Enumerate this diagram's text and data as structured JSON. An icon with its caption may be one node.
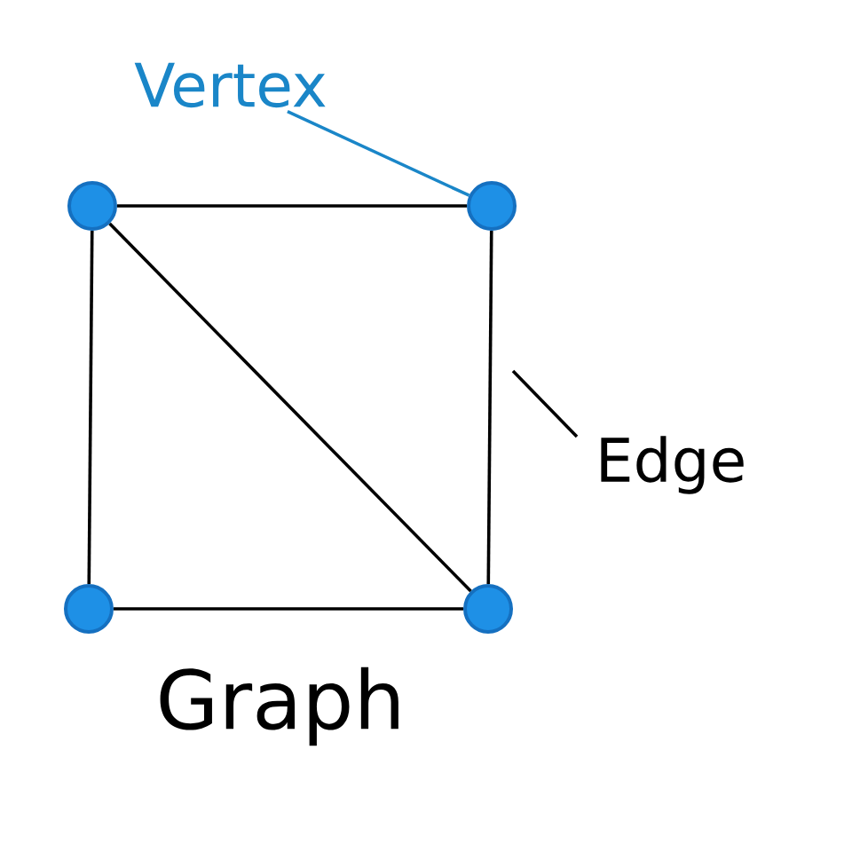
{
  "diagram": {
    "nodes": [
      {
        "text": [],
        "shape": "circle"
      },
      {
        "text": [],
        "shape": "circle"
      },
      {
        "text": [],
        "shape": "circle"
      },
      {
        "text": [],
        "shape": "circle"
      },
      {
        "text": [
          "Vertex"
        ]
      },
      {
        "text": [
          "Edge"
        ]
      }
    ],
    "edges": [
      {
        "from": 0,
        "to": 1,
        "arrow": "none"
      },
      {
        "from": 0,
        "to": 2,
        "arrow": "none"
      },
      {
        "from": 2,
        "to": 3,
        "arrow": "none"
      },
      {
        "from": 1,
        "to": 3,
        "arrow": "none"
      },
      {
        "from": 0,
        "to": 3,
        "arrow": "none"
      },
      {
        "from": 4,
        "to": 1,
        "arrow": "none",
        "color": "#1a86c8"
      },
      {
        "from": 5,
        "to": null,
        "arrow": "none"
      }
    ],
    "labels": [
      "Graph"
    ]
  }
}
